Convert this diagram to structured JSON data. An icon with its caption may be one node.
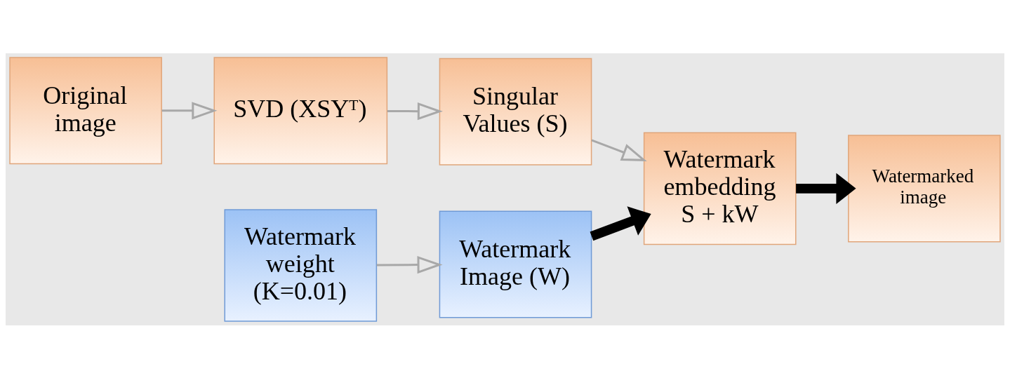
{
  "diagram": {
    "nodes": [
      {
        "text": [
          "Original image"
        ]
      },
      {
        "text": [
          "SVD (XSYᵀ)"
        ]
      },
      {
        "text": [
          "Singular Values (S)"
        ]
      },
      {
        "text": [
          "Watermark embedding S + kW"
        ]
      },
      {
        "text": [
          "Watermarked image"
        ]
      },
      {
        "text": [
          "Watermark weight (K=0.01)"
        ]
      },
      {
        "text": [
          "Watermark Image (W)"
        ]
      }
    ],
    "edges": [
      {
        "from": 0,
        "to": 1,
        "arrow": "to"
      },
      {
        "from": 1,
        "to": 2,
        "arrow": "to"
      },
      {
        "from": 2,
        "to": 3,
        "arrow": "to"
      },
      {
        "from": 3,
        "to": 4,
        "arrow": "to",
        "style": "thick",
        "color": "#000000"
      },
      {
        "from": 5,
        "to": 6,
        "arrow": "to"
      },
      {
        "from": 6,
        "to": 3,
        "arrow": "to",
        "style": "thick",
        "color": "#000000"
      }
    ]
  }
}
